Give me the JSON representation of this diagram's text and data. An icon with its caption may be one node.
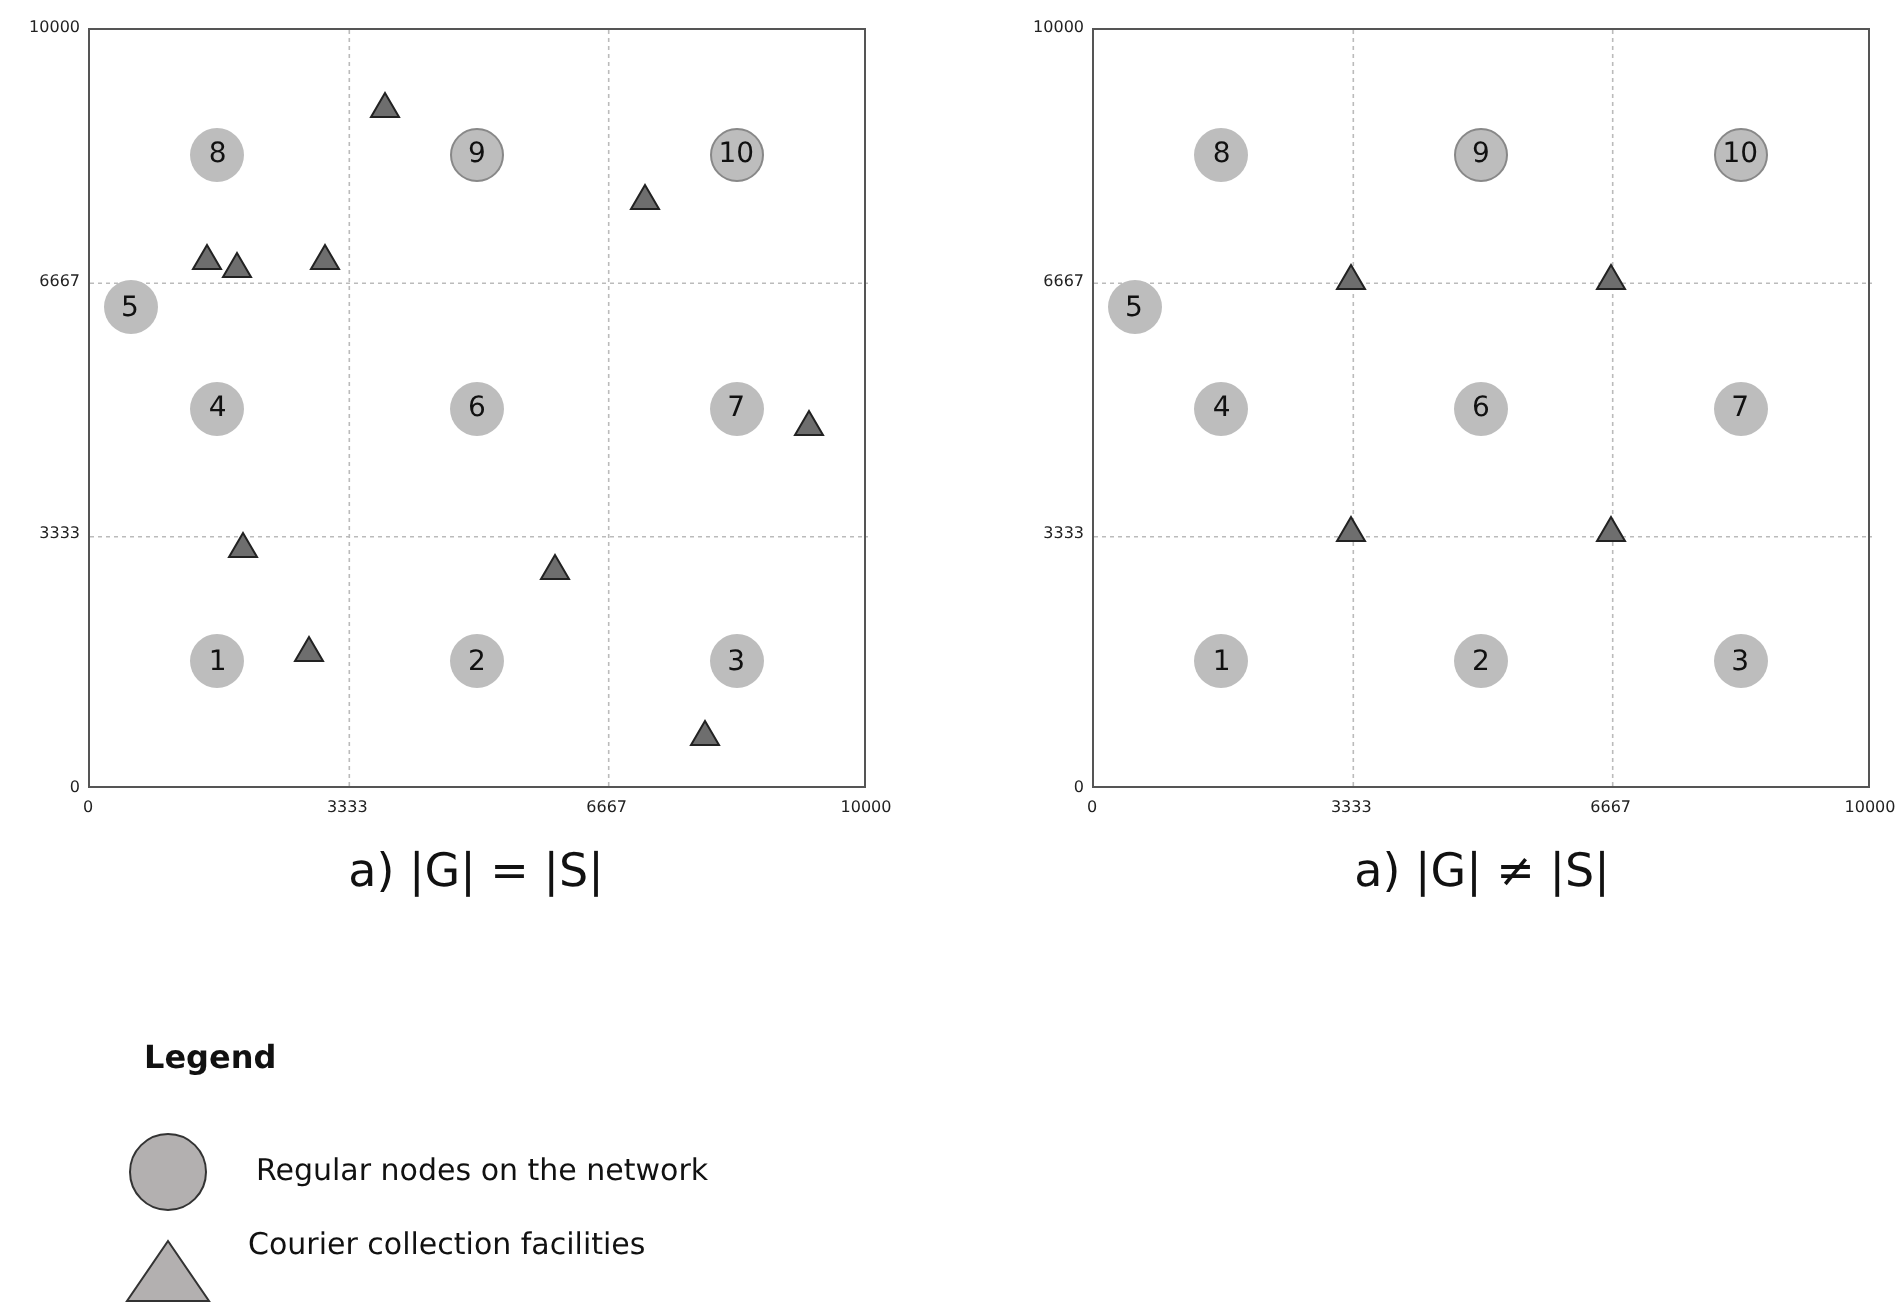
{
  "diagram": {
    "nodes": [
      {
        "text": [
          "8"
        ]
      },
      {
        "text": [
          "9"
        ]
      },
      {
        "text": [
          "10"
        ]
      },
      {
        "text": [
          "5"
        ]
      },
      {
        "text": [
          "4"
        ]
      },
      {
        "text": [
          "6"
        ]
      },
      {
        "text": [
          "7"
        ]
      },
      {
        "text": [
          "1"
        ]
      },
      {
        "text": [
          "2"
        ]
      },
      {
        "text": [
          "3"
        ]
      },
      {
        "text": [],
        "shape": "triangle"
      },
      {
        "text": [],
        "shape": "triangle"
      },
      {
        "text": [],
        "shape": "triangle"
      },
      {
        "text": [],
        "shape": "triangle"
      },
      {
        "text": [],
        "shape": "triangle"
      },
      {
        "text": [],
        "shape": "triangle"
      },
      {
        "text": [],
        "shape": "triangle"
      },
      {
        "text": [],
        "shape": "triangle"
      },
      {
        "text": [],
        "shape": "triangle"
      },
      {
        "text": [],
        "shape": "triangle"
      },
      {
        "text": [
          "8"
        ]
      },
      {
        "text": [
          "9"
        ]
      },
      {
        "text": [
          "10"
        ]
      },
      {
        "text": [
          "5"
        ]
      },
      {
        "text": [
          "4"
        ]
      },
      {
        "text": [
          "6"
        ]
      },
      {
        "text": [
          "7"
        ]
      },
      {
        "text": [
          "1"
        ]
      },
      {
        "text": [
          "2"
        ]
      },
      {
        "text": [
          "3"
        ]
      },
      {
        "text": [],
        "shape": "triangle"
      },
      {
        "text": [],
        "shape": "triangle"
      },
      {
        "text": [],
        "shape": "triangle"
      },
      {
        "text": [],
        "shape": "triangle"
      }
    ],
    "labels": [
      "10000",
      "6667",
      "3333",
      "0",
      "0",
      "3333",
      "6667",
      "10000",
      "10000",
      "6667",
      "3333",
      "0",
      "0",
      "3333",
      "6667",
      "10000",
      "a) |G| = |S|",
      "a) |G| ≠ |S|",
      "Legend"
    ],
    "legend": [
      {
        "text": "Regular nodes on the network"
      },
      {
        "text": "Courier collection facilities"
      }
    ]
  }
}
